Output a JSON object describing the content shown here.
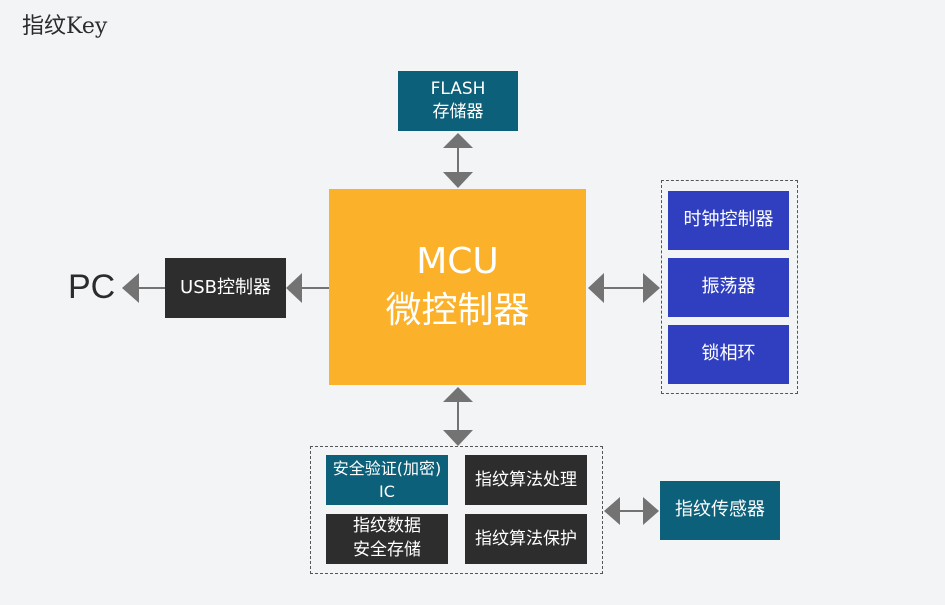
{
  "title": "指纹Key",
  "pc_label": "PC",
  "flash": {
    "line1": "FLASH",
    "line2": "存储器"
  },
  "mcu": {
    "line1": "MCU",
    "line2": "微控制器"
  },
  "usb": {
    "label": "USB控制器"
  },
  "clock_group": {
    "items": [
      "时钟控制器",
      "振荡器",
      "锁相环"
    ]
  },
  "security_group": {
    "auth_ic": {
      "line1": "安全验证(加密)",
      "line2": "IC"
    },
    "fp_processing": "指纹算法处理",
    "fp_storage": {
      "line1": "指纹数据",
      "line2": "安全存储"
    },
    "fp_protection": "指纹算法保护"
  },
  "sensor": {
    "label": "指纹传感器"
  },
  "colors": {
    "teal": "#0d6079",
    "dark": "#2d2d2d",
    "blue": "#2f3fc0",
    "orange": "#fbb12a",
    "connector": "#737373"
  }
}
